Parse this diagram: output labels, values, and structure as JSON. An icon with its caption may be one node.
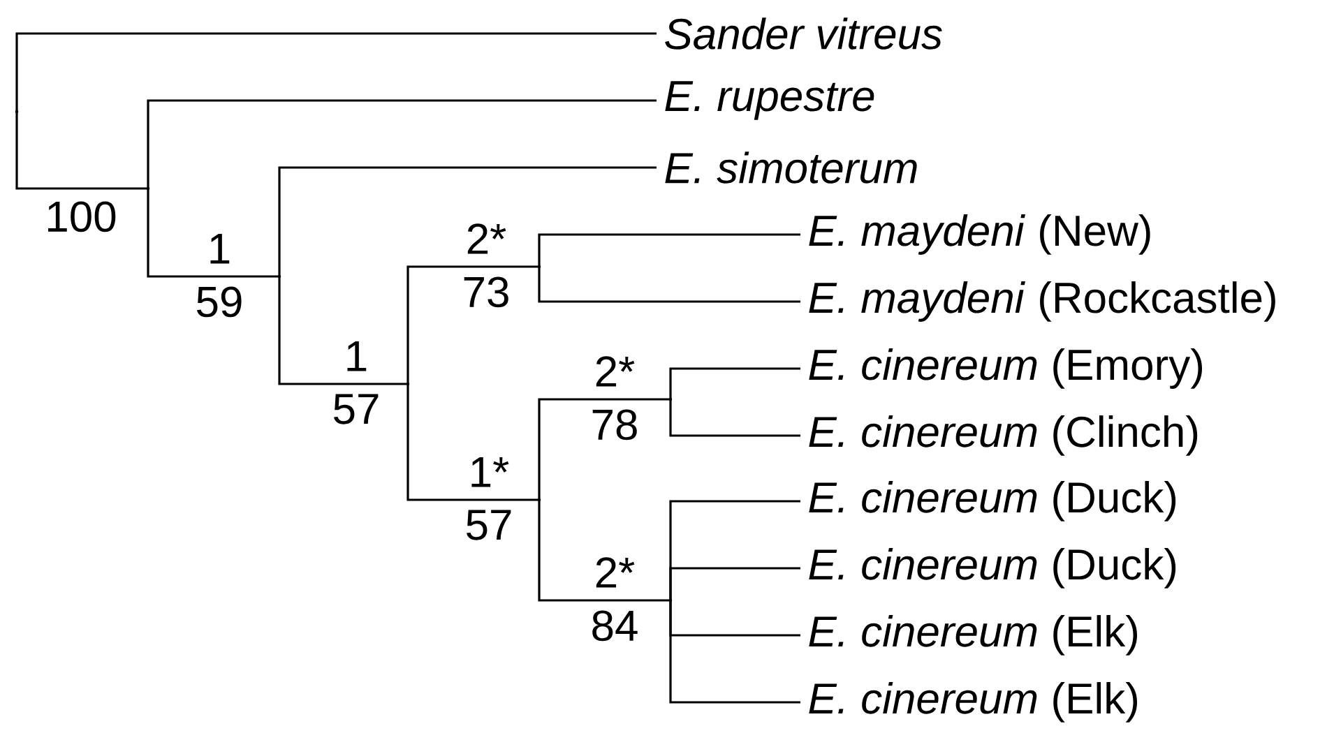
{
  "diagram": {
    "nodes": [
      {
        "text": [],
        "shape": "point"
      },
      {
        "text": [
          "*Sander vitreus*"
        ]
      },
      {
        "text": [],
        "shape": "point",
        "beside": [
          "100"
        ]
      },
      {
        "text": [
          "*E. rupestre*"
        ]
      },
      {
        "text": [],
        "shape": "point",
        "beside": [
          "1",
          "59"
        ]
      },
      {
        "text": [
          "*E. simoterum*"
        ]
      },
      {
        "text": [],
        "shape": "point",
        "beside": [
          "1",
          "57"
        ]
      },
      {
        "text": [],
        "shape": "point",
        "beside": [
          "2*",
          "73"
        ]
      },
      {
        "text": [
          "*E. maydeni* (New)"
        ]
      },
      {
        "text": [
          "*E. maydeni* (Rockcastle)"
        ]
      },
      {
        "text": [],
        "shape": "point",
        "beside": [
          "1*",
          "57"
        ]
      },
      {
        "text": [],
        "shape": "point",
        "beside": [
          "2*",
          "78"
        ]
      },
      {
        "text": [
          "*E. cinereum* (Emory)"
        ]
      },
      {
        "text": [
          "*E. cinereum* (Clinch)"
        ]
      },
      {
        "text": [],
        "shape": "point",
        "beside": [
          "2*",
          "84"
        ]
      },
      {
        "text": [
          "*E. cinereum* (Duck)"
        ]
      },
      {
        "text": [
          "*E. cinereum* (Duck)"
        ]
      },
      {
        "text": [
          "*E. cinereum* (Elk)"
        ]
      },
      {
        "text": [
          "*E. cinereum* (Elk)"
        ]
      }
    ],
    "edges": [
      {
        "from": 0,
        "to": 1,
        "arrow": "none"
      },
      {
        "from": 0,
        "to": 2,
        "arrow": "none"
      },
      {
        "from": 2,
        "to": 3,
        "arrow": "none"
      },
      {
        "from": 2,
        "to": 4,
        "arrow": "none"
      },
      {
        "from": 4,
        "to": 5,
        "arrow": "none"
      },
      {
        "from": 4,
        "to": 6,
        "arrow": "none"
      },
      {
        "from": 6,
        "to": 7,
        "arrow": "none"
      },
      {
        "from": 6,
        "to": 10,
        "arrow": "none"
      },
      {
        "from": 7,
        "to": 8,
        "arrow": "none"
      },
      {
        "from": 7,
        "to": 9,
        "arrow": "none"
      },
      {
        "from": 10,
        "to": 11,
        "arrow": "none"
      },
      {
        "from": 10,
        "to": 14,
        "arrow": "none"
      },
      {
        "from": 11,
        "to": 12,
        "arrow": "none"
      },
      {
        "from": 11,
        "to": 13,
        "arrow": "none"
      },
      {
        "from": 14,
        "to": 15,
        "arrow": "none"
      },
      {
        "from": 14,
        "to": 16,
        "arrow": "none"
      },
      {
        "from": 14,
        "to": 17,
        "arrow": "none"
      },
      {
        "from": 14,
        "to": 18,
        "arrow": "none"
      }
    ]
  }
}
